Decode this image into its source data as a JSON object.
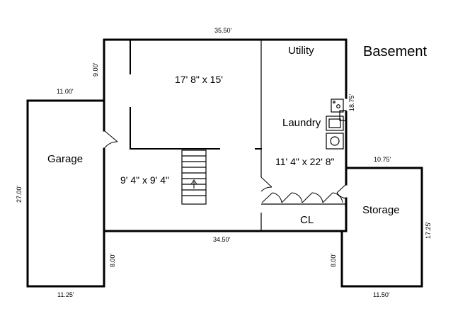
{
  "title": "Basement",
  "rooms": {
    "garage": "Garage",
    "utility": "Utility",
    "laundry": "Laundry",
    "storage": "Storage",
    "closet": "CL"
  },
  "room_sizes": {
    "main": "17' 8\" x 15'",
    "stair_area": "9' 4\" x 9' 4\"",
    "laundry": "11' 4\" x 22' 8\""
  },
  "dimensions": {
    "top": "35.50'",
    "left_upper": "9.00'",
    "garage_top": "11.00'",
    "garage_left": "27.00'",
    "garage_bottom": "11.25'",
    "garage_right": "8.00'",
    "main_bottom": "34.50'",
    "right_upper": "18.75'",
    "storage_top": "10.75'",
    "storage_right": "17.25'",
    "storage_left": "8.00'",
    "storage_bottom": "11.50'"
  }
}
